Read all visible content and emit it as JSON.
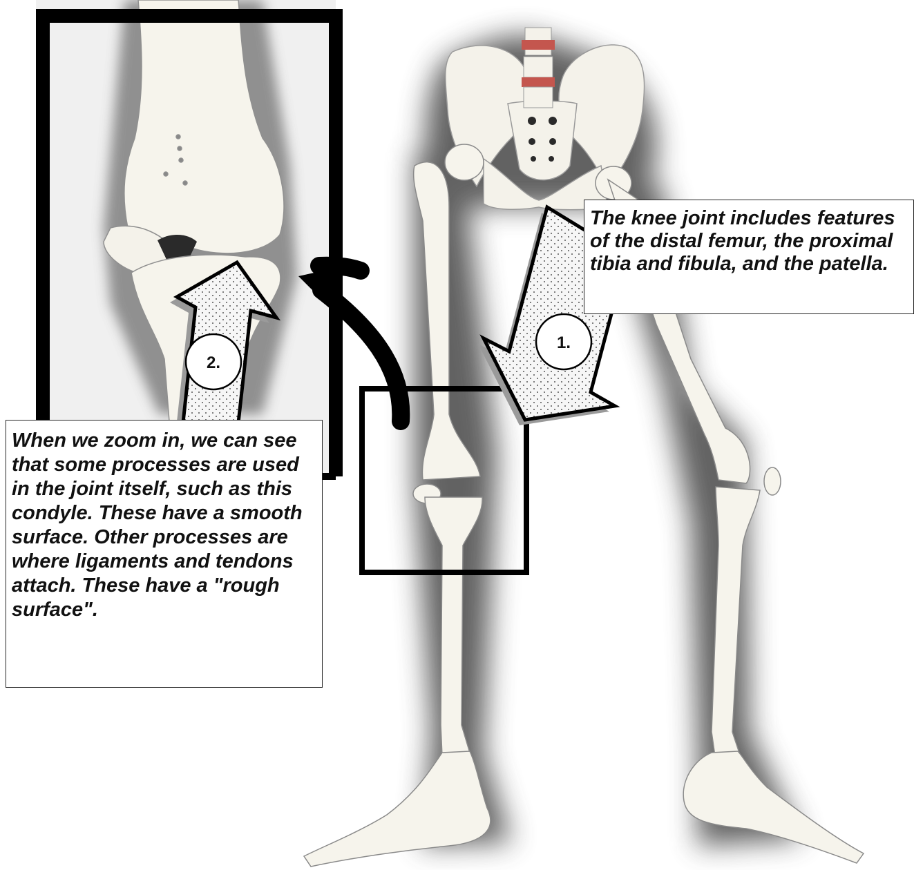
{
  "callouts": {
    "knee_joint": "The knee joint includes features of the distal femur, the proximal tibia and fibula, and the patella.",
    "zoom": "When we zoom in, we can see that some processes are used in the joint itself, such as this condyle. These have a smooth surface.  Other processes are where ligaments and tendons attach.  These have a \"rough surface\"."
  },
  "badges": {
    "step1": "1.",
    "step2": "2."
  },
  "colors": {
    "frame": "#000000",
    "bone": "#f4f2ea",
    "glow": "#6a6a6a",
    "arrow_fill": "#f2f2f2"
  }
}
